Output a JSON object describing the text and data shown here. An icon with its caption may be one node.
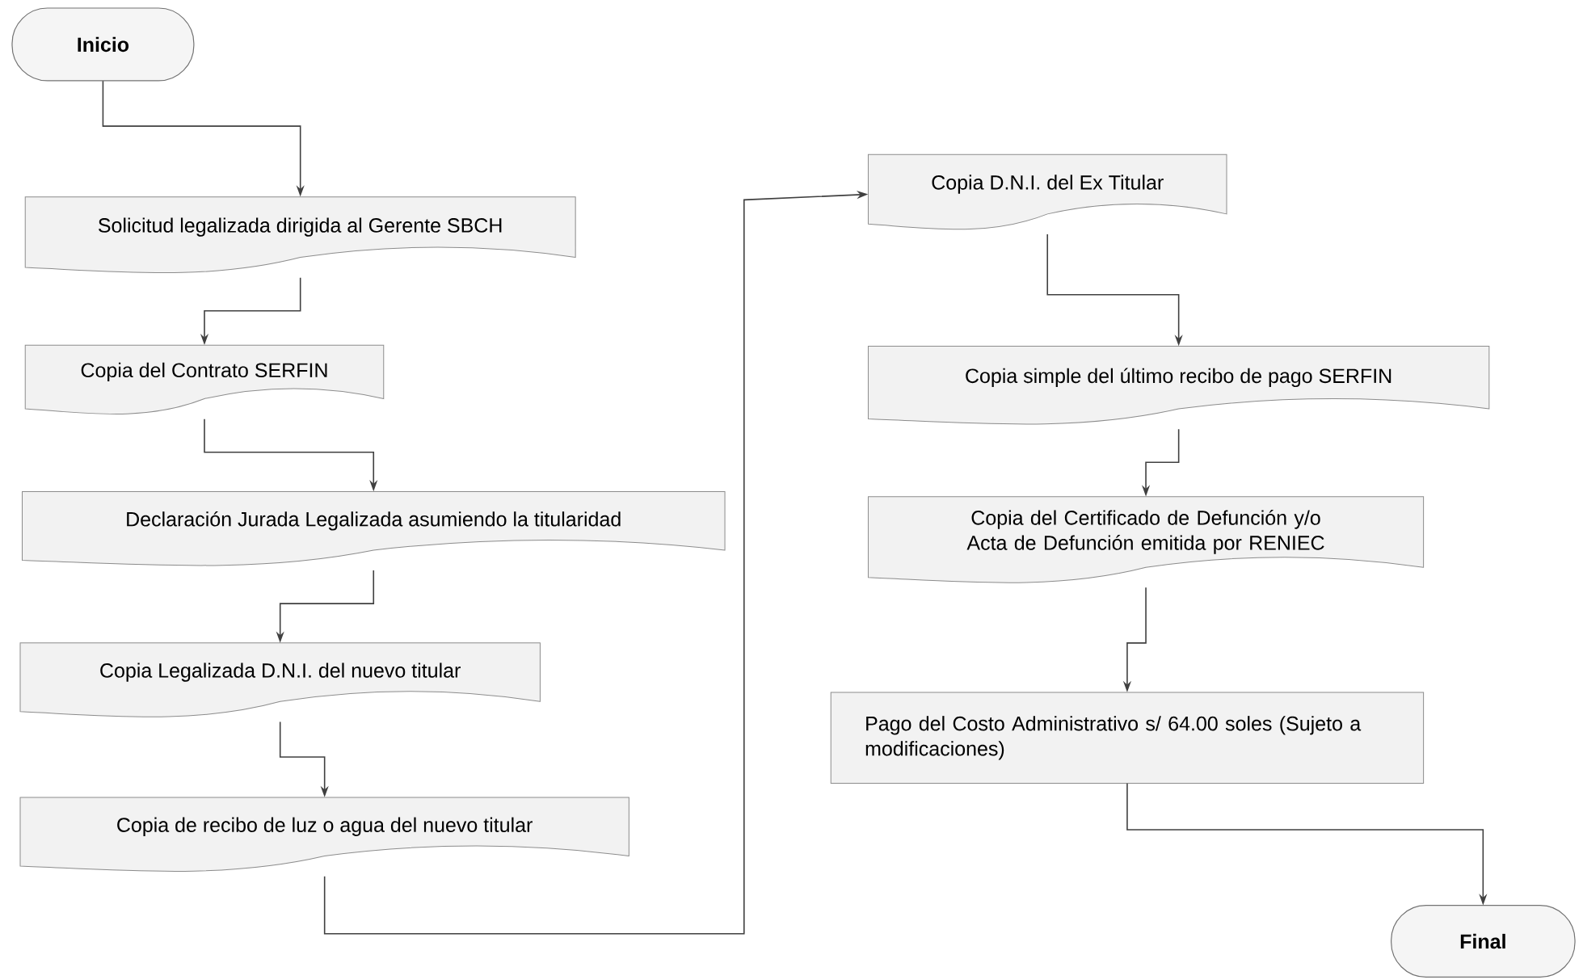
{
  "diagram": {
    "nodes": [
      {
        "text": [
          "Inicio"
        ]
      },
      {
        "text": [
          "Solicitud legalizada dirigida al Gerente SBCH"
        ]
      },
      {
        "text": [
          "Copia del Contrato SERFIN"
        ]
      },
      {
        "text": [
          "Declaración Jurada Legalizada asumiendo la titularidad"
        ]
      },
      {
        "text": [
          "Copia Legalizada D.N.I. del nuevo titular"
        ]
      },
      {
        "text": [
          "Copia de recibo de luz o agua del nuevo titular"
        ]
      },
      {
        "text": [
          "Copia D.N.I. del Ex Titular"
        ]
      },
      {
        "text": [
          "Copia simple del último recibo de pago SERFIN"
        ]
      },
      {
        "text": [
          "Copia del Certificado de Defunción y/o Acta de Defunción emitida por RENIEC"
        ]
      },
      {
        "text": [
          "Pago del Costo Administrativo s/ 64.00 soles (Sujeto a modificaciones)"
        ]
      },
      {
        "text": [
          "Final"
        ]
      }
    ],
    "edges": [
      {
        "from": 0,
        "to": 1,
        "arrow": "to"
      },
      {
        "from": 1,
        "to": 2,
        "arrow": "to"
      },
      {
        "from": 2,
        "to": 3,
        "arrow": "to"
      },
      {
        "from": 3,
        "to": 4,
        "arrow": "to"
      },
      {
        "from": 4,
        "to": 5,
        "arrow": "to"
      },
      {
        "from": 5,
        "to": 6,
        "arrow": "to"
      },
      {
        "from": 6,
        "to": 7,
        "arrow": "to"
      },
      {
        "from": 7,
        "to": 8,
        "arrow": "to"
      },
      {
        "from": 8,
        "to": 9,
        "arrow": "to"
      },
      {
        "from": 9,
        "to": 10,
        "arrow": "to"
      }
    ]
  }
}
